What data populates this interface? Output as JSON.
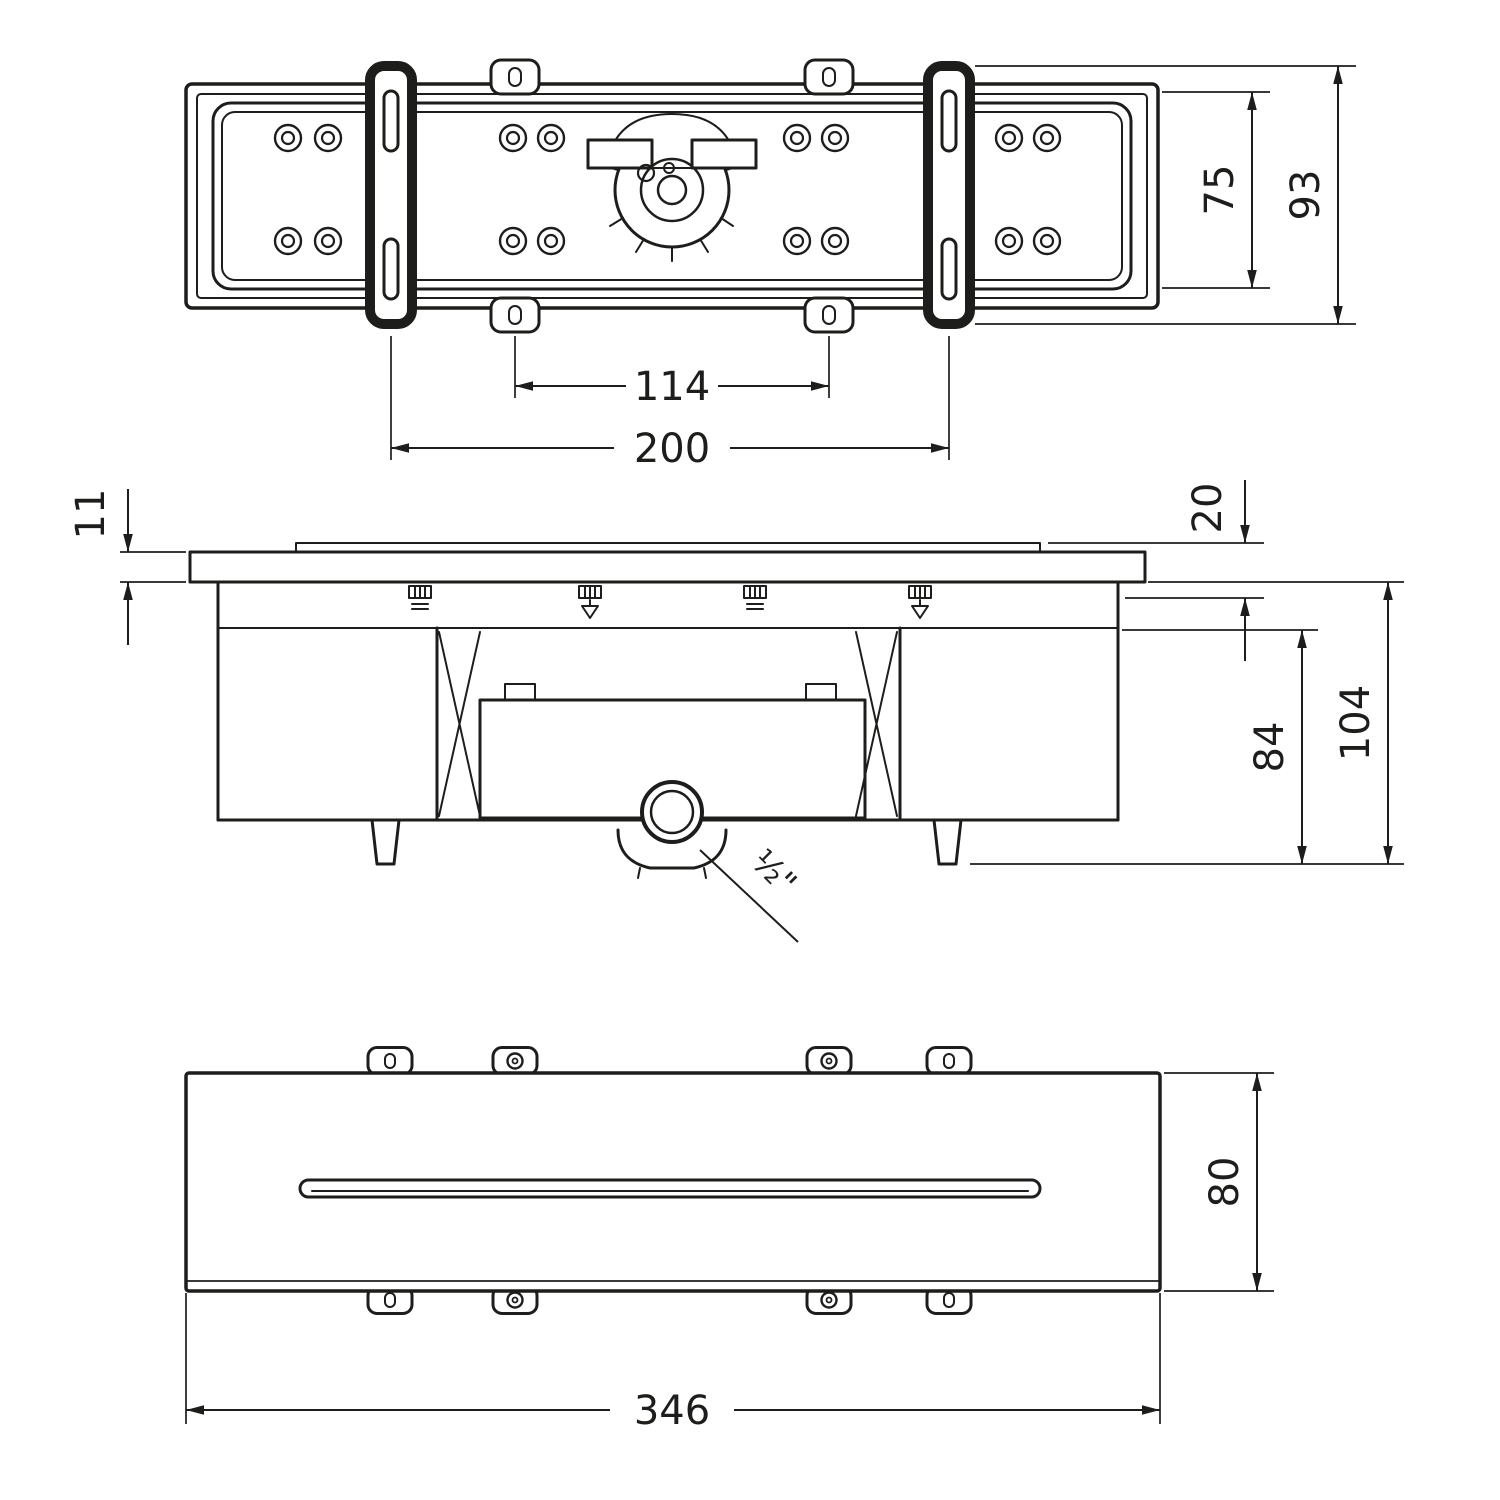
{
  "sheet": {
    "background": "#ffffff",
    "line_color": "#1d1d1b"
  },
  "dimensions": {
    "top_view": {
      "inner_height": "75",
      "overall_height": "93",
      "tab_spacing": "114",
      "bracket_spacing": "200"
    },
    "section_view": {
      "plate_thickness": "11",
      "recess_depth": "20",
      "body_height": "84",
      "overall_depth": "104",
      "connection_size": "½\""
    },
    "front_view": {
      "panel_height": "80",
      "panel_width": "346"
    }
  }
}
